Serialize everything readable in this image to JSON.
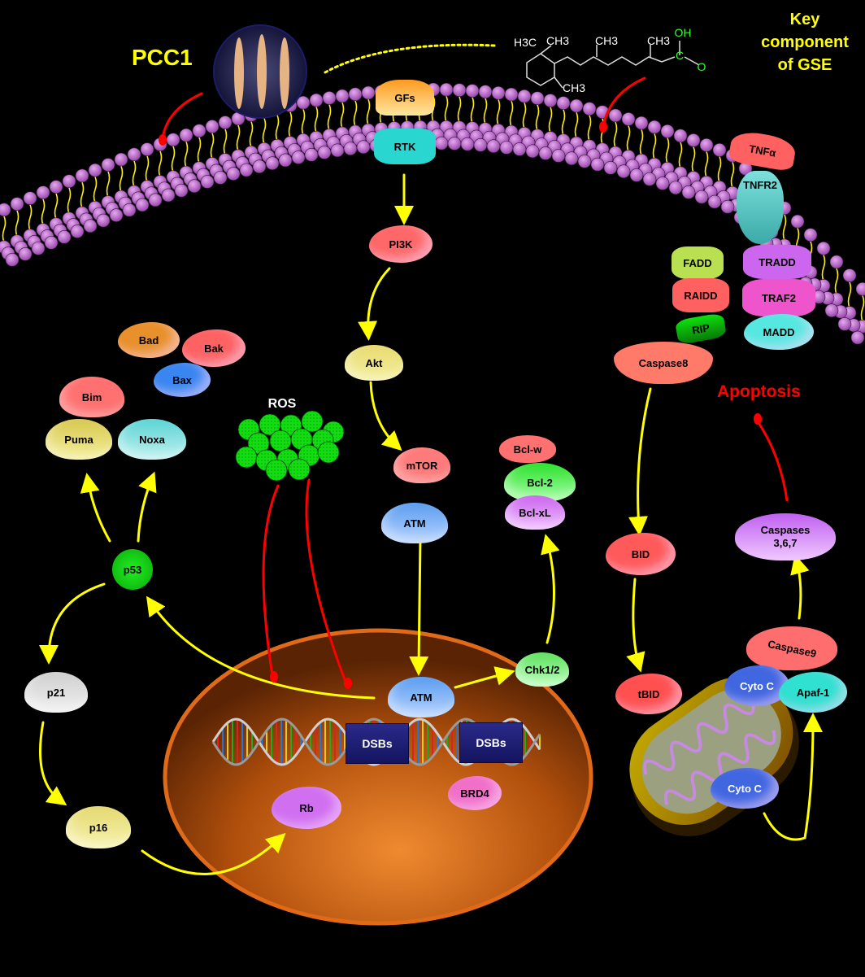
{
  "labels": {
    "pcc1": "PCC1",
    "key_component": [
      "Key",
      "component",
      "of GSE"
    ],
    "apoptosis": "Apoptosis",
    "ros": "ROS"
  },
  "molecule": {
    "atoms": {
      "h3c": "H3C",
      "ch3_a": "CH3",
      "ch3_b": "CH3",
      "ch3_c": "CH3",
      "ch3_d": "CH3",
      "oh": "OH",
      "c": "C",
      "o": "O"
    },
    "colors": {
      "skeleton": "#ffffff",
      "acid_group": "#33ff33"
    }
  },
  "membrane": {
    "receptors": {
      "gfs": "GFs",
      "rtk": "RTK",
      "tnfa": "TNFα",
      "tnfr2": "TNFR2"
    }
  },
  "proteins": {
    "pi3k": "PI3K",
    "akt": "Akt",
    "mtor": "mTOR",
    "atm_cyto": "ATM",
    "bad": "Bad",
    "bak": "Bak",
    "bax": "Bax",
    "bim": "Bim",
    "puma": "Puma",
    "noxa": "Noxa",
    "p53": "p53",
    "p21": "p21",
    "p16": "p16",
    "bcl_w": "Bcl-w",
    "bcl_2": "Bcl-2",
    "bcl_xl": "Bcl-xL",
    "fadd": "FADD",
    "raidd": "RAIDD",
    "rip": "RIP",
    "tradd": "TRADD",
    "traf2": "TRAF2",
    "madd": "MADD",
    "caspase8": "Caspase8",
    "bid": "BID",
    "tbid": "tBID",
    "caspases367": [
      "Caspases",
      "3,6,7"
    ],
    "caspase9": "Caspase9",
    "cyto_c_1": "Cyto C",
    "apaf1": "Apaf-1",
    "cyto_c_2": "Cyto C",
    "chk12": "Chk1/2"
  },
  "nucleus": {
    "atm": "ATM",
    "dsb_1": "DSBs",
    "dsb_2": "DSBs",
    "rb": "Rb",
    "brd4": "BRD4"
  },
  "colors": {
    "background": "#000000",
    "activation_arrow": "#ffff00",
    "inhibition_arrow": "#ff0000",
    "title_text": "#ffff00",
    "apoptosis_text": "#ff0000",
    "lipid_head": "#cc77dd",
    "nucleus": "#c85a10"
  }
}
